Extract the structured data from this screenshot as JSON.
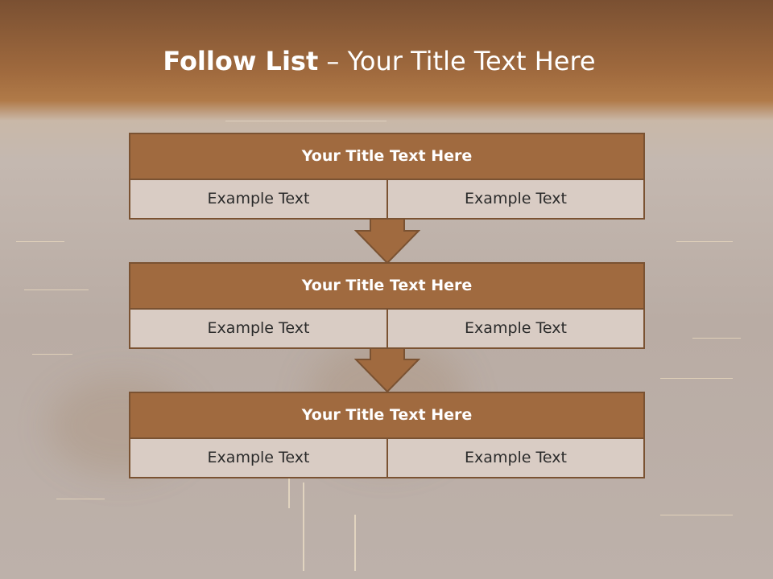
{
  "title": {
    "bold": "Follow List",
    "rest": " – Your Title Text Here"
  },
  "rows": [
    {
      "header": "Your Title Text Here",
      "left": "Example Text",
      "right": "Example Text"
    },
    {
      "header": "Your Title Text Here",
      "left": "Example Text",
      "right": "Example Text"
    },
    {
      "header": "Your Title Text Here",
      "left": "Example Text",
      "right": "Example Text"
    }
  ],
  "colors": {
    "header_fill": "#a06a3f",
    "border": "#7a5232",
    "cell_fill": "#d9ccc4",
    "arrow_fill": "#a06a3f"
  },
  "icons": [
    "arrow-down-icon"
  ]
}
